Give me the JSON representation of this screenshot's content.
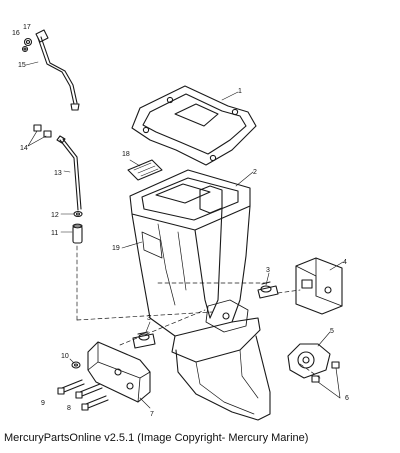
{
  "callouts": {
    "p1": "1",
    "p2": "2",
    "p3a": "3",
    "p3b": "3",
    "p4": "4",
    "p5": "5",
    "p6": "6",
    "p7": "7",
    "p8": "8",
    "p9": "9",
    "p10": "10",
    "p11": "11",
    "p12": "12",
    "p13": "13",
    "p14": "14",
    "p15": "15",
    "p16": "16",
    "p17": "17",
    "p18": "18",
    "p19": "19"
  },
  "caption": "MercuryPartsOnline v2.5.1 (Image Copyright- Mercury Marine)"
}
